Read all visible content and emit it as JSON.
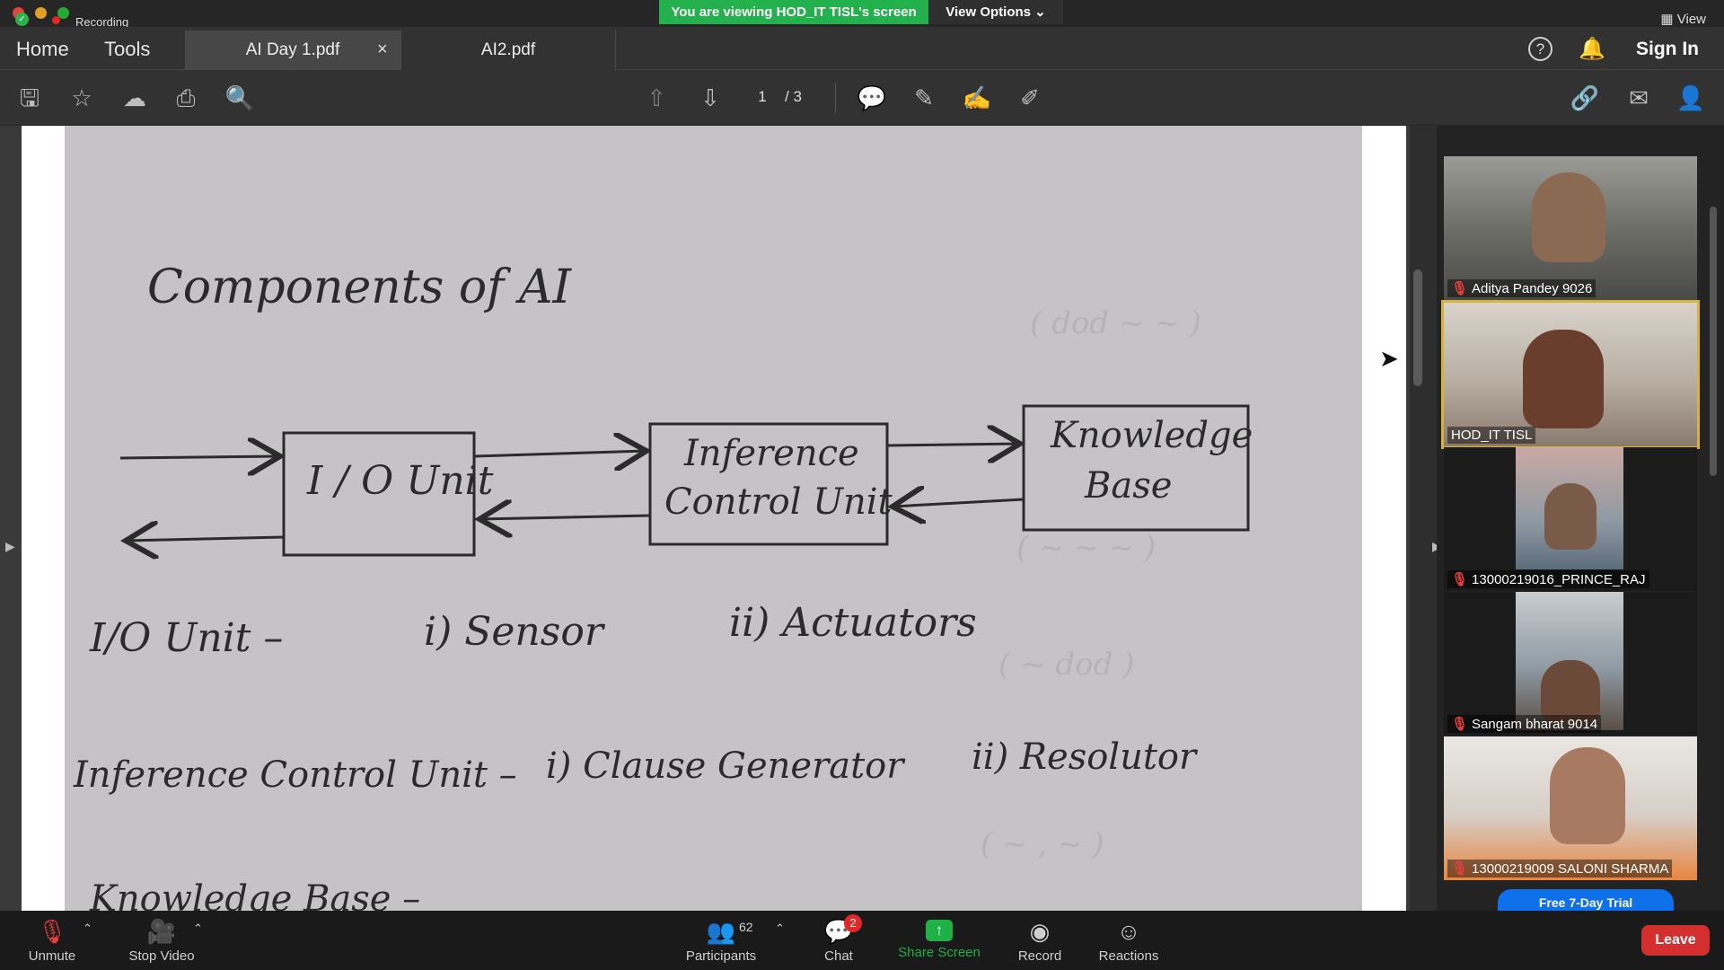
{
  "zoom_top": {
    "recording_label": "Recording",
    "viewing_banner": "You are viewing HOD_IT TISL's screen",
    "view_options": "View Options",
    "view_label": "View"
  },
  "acrobat": {
    "nav": {
      "home": "Home",
      "tools": "Tools"
    },
    "tabs": [
      {
        "label": "AI Day 1.pdf",
        "active": true
      },
      {
        "label": "AI2.pdf",
        "active": false
      }
    ],
    "close_glyph": "×",
    "sign_in": "Sign In",
    "help_glyph": "?",
    "page_current": "1",
    "page_total": "/ 3"
  },
  "document": {
    "heading": "Components of AI",
    "diagram": {
      "box1": "I / O Unit",
      "box2_line1": "Inference",
      "box2_line2": "Control Unit",
      "box3_line1": "Knowledge",
      "box3_line2": "Base"
    },
    "line1": {
      "label": "I/O Unit –",
      "item1": "i) Sensor",
      "item2": "ii) Actuators"
    },
    "line2": {
      "label": "Inference Control Unit –",
      "item1": "i) Clause Generator",
      "item2": "ii) Resolutor"
    },
    "line3_partial": "Knowledge Base –"
  },
  "participants": [
    {
      "name": "Aditya Pandey 9026",
      "muted": true,
      "color": "#6d6e68"
    },
    {
      "name": "HOD_IT TISL",
      "muted": false,
      "color": "#8a7a70",
      "active_speaker": true
    },
    {
      "name": "13000219016_PRINCE_RAJ",
      "muted": true,
      "color": "#7f8f9a"
    },
    {
      "name": "Sangam bharat 9014",
      "muted": true,
      "color": "#9aa3ab"
    },
    {
      "name": "13000219009 SALONI SHARMA",
      "muted": true,
      "color": "#c9b7a6"
    }
  ],
  "free_trial": "Free 7-Day Trial",
  "controls": {
    "unmute": "Unmute",
    "stop_video": "Stop Video",
    "participants": "Participants",
    "participant_count": "62",
    "chat": "Chat",
    "chat_badge": "2",
    "share_screen": "Share Screen",
    "record": "Record",
    "reactions": "Reactions",
    "leave": "Leave"
  },
  "colors": {
    "banner_green": "#23b14d",
    "share_green": "#1fb046",
    "leave_red": "#d32f2f",
    "active_speaker": "#d6b437"
  }
}
